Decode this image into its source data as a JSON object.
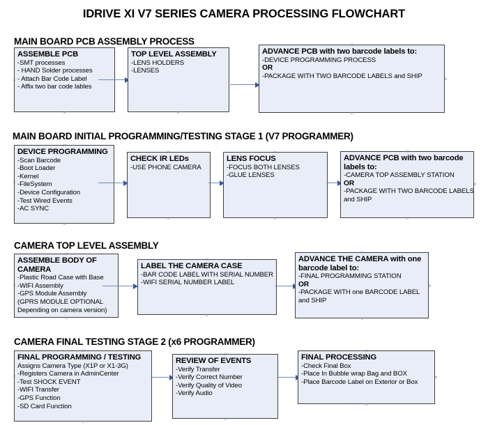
{
  "document": {
    "title": "IDRIVE XI V7 SERIES CAMERA PROCESSING FLOWCHART",
    "box_fill_color": "#e9edf7",
    "box_border_color": "#3f3f3f",
    "connector_color": "#40579c",
    "background_color": "#ffffff"
  },
  "sections": [
    {
      "header": "MAIN BOARD PCB ASSEMBLY PROCESS",
      "nodes": [
        {
          "title": "ASSEMBLE PCB",
          "lines": [
            "-SMT processes",
            "- HAND Solder processes",
            "- Attach Bar Code Label",
            "- Affix two bar code lables"
          ]
        },
        {
          "title": "TOP LEVEL ASSEMBLY",
          "lines": [
            "-LENS HOLDERS",
            "-LENSES"
          ]
        },
        {
          "title": "ADVANCE PCB with two barcode labels to:",
          "lines": [
            "-DEVICE PROGRAMMING PROCESS",
            "OR",
            "-PACKAGE WITH TWO BARCODE LABELS and SHIP"
          ]
        }
      ]
    },
    {
      "header": "MAIN BOARD INITIAL PROGRAMMING/TESTING STAGE 1 (V7 PROGRAMMER)",
      "nodes": [
        {
          "title": "DEVICE PROGRAMMING",
          "lines": [
            "-Scan Barcode",
            "-Boot Loader",
            "-Kernel",
            "-FileSystem",
            "-Device Configuration",
            "-Test Wired Events",
            "-AC SYNC"
          ]
        },
        {
          "title": "CHECK IR LEDs",
          "lines": [
            "-USE PHONE CAMERA"
          ]
        },
        {
          "title": "LENS FOCUS",
          "lines": [
            "-FOCUS BOTH LENSES",
            "-GLUE LENSES"
          ]
        },
        {
          "title": "ADVANCE PCB with two barcode labels to:",
          "lines": [
            "-CAMERA TOP ASSEMBLY STATION",
            "OR",
            "-PACKAGE WITH TWO BARCODE LABELS",
            "and SHIP"
          ]
        }
      ]
    },
    {
      "header": "CAMERA TOP LEVEL ASSEMBLY",
      "nodes": [
        {
          "title": "ASSEMBLE BODY OF CAMERA",
          "lines": [
            "-Plastic Road Case with Base",
            "-WIFI Assembly",
            "-GPS Module Assembly",
            "(GPRS MODULE OPTIONAL",
            "Depending on camera version)"
          ]
        },
        {
          "title": "LABEL THE CAMERA CASE",
          "lines": [
            "-BAR CODE LABEL WITH SERIAL NUMBER",
            "-WIFI SERIAL NUMBER LABEL"
          ]
        },
        {
          "title": "ADVANCE THE CAMERA with one barcode label to:",
          "lines": [
            "-FINAL PROGRAMMING STATION",
            "OR",
            "-PACKAGE WITH one BARCODE LABEL",
            "and SHIP"
          ]
        }
      ]
    },
    {
      "header": "CAMERA FINAL TESTING STAGE 2 (x6 PROGRAMMER)",
      "nodes": [
        {
          "title": "FINAL PROGRAMMING / TESTING",
          "lines": [
            "Assigns Camera Type (X1P or X1-3G)",
            "-Registers Camera in AdminCenter",
            "-Test SHOCK EVENT",
            "-WIFI Transfer",
            "-GPS Function",
            "-SD Card Function"
          ]
        },
        {
          "title": "REVIEW OF EVENTS",
          "lines": [
            "-Verify Transfer",
            "-Verify Correct Number",
            "-Verify Quality of Video",
            "-Verify Audio"
          ]
        },
        {
          "title": "FINAL PROCESSING",
          "lines": [
            " -Check Final Box",
            "-Place In Bubble wrap Bag and BOX",
            "-Place Barcode Label on Exterior or Box"
          ]
        }
      ]
    }
  ]
}
